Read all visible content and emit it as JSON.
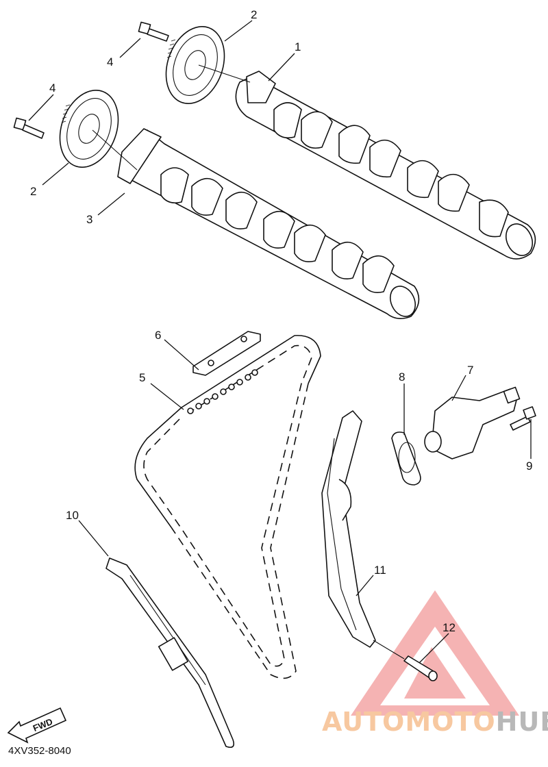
{
  "diagram": {
    "callouts": [
      {
        "id": "c1",
        "text": "1"
      },
      {
        "id": "c2a",
        "text": "2"
      },
      {
        "id": "c2b",
        "text": "2"
      },
      {
        "id": "c3",
        "text": "3"
      },
      {
        "id": "c4a",
        "text": "4"
      },
      {
        "id": "c4b",
        "text": "4"
      },
      {
        "id": "c5",
        "text": "5"
      },
      {
        "id": "c6",
        "text": "6"
      },
      {
        "id": "c7",
        "text": "7"
      },
      {
        "id": "c8",
        "text": "8"
      },
      {
        "id": "c9",
        "text": "9"
      },
      {
        "id": "c10",
        "text": "10"
      },
      {
        "id": "c11",
        "text": "11"
      },
      {
        "id": "c12",
        "text": "12"
      }
    ],
    "direction_label": "FWD",
    "diagram_code": "4XV352-8040"
  },
  "watermark": {
    "text_part1": "AUTOMOTO",
    "text_part2": "HUB",
    "triangle_color": "#f4a0a0",
    "text_color1": "#f7c8a0",
    "text_color2": "#b8b8b8"
  }
}
